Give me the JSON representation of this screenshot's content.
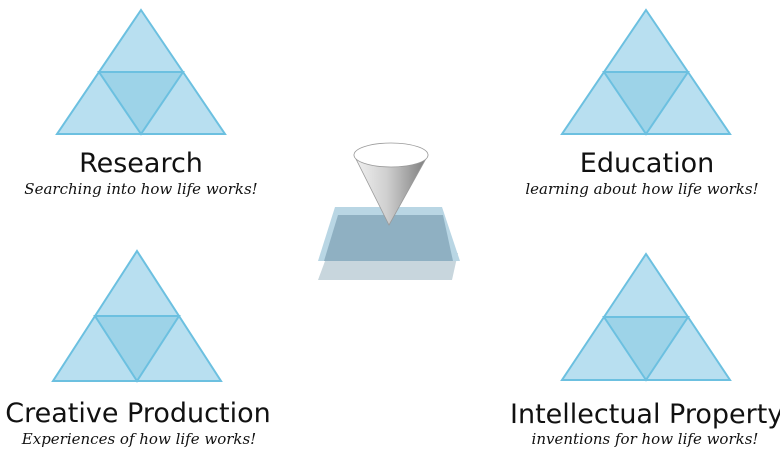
{
  "quadrants": {
    "research": {
      "title": "Research",
      "subtitle": "Searching into how life works!"
    },
    "education": {
      "title": "Education",
      "subtitle": "learning about how life works!"
    },
    "creative_production": {
      "title": "Creative Production",
      "subtitle": "Experiences of how life works!"
    },
    "intellectual_property": {
      "title": "Intellectual Property",
      "subtitle": "inventions for how life works!"
    }
  },
  "colors": {
    "triangle_fill_light": "#b8dff0",
    "triangle_fill_center": "#9dd3e8",
    "triangle_stroke": "#6cc0e0",
    "plane_top": "#8fb0c2",
    "plane_back": "#b9d6e4",
    "plane_shadow": "#c8d6dd",
    "cone_light": "#ffffff",
    "cone_dark": "#8a8a8a",
    "text": "#111111"
  },
  "icons": {
    "quadrant_glyph": "triforce-triangle-icon",
    "center_glyph": "cone-on-plane-icon"
  }
}
